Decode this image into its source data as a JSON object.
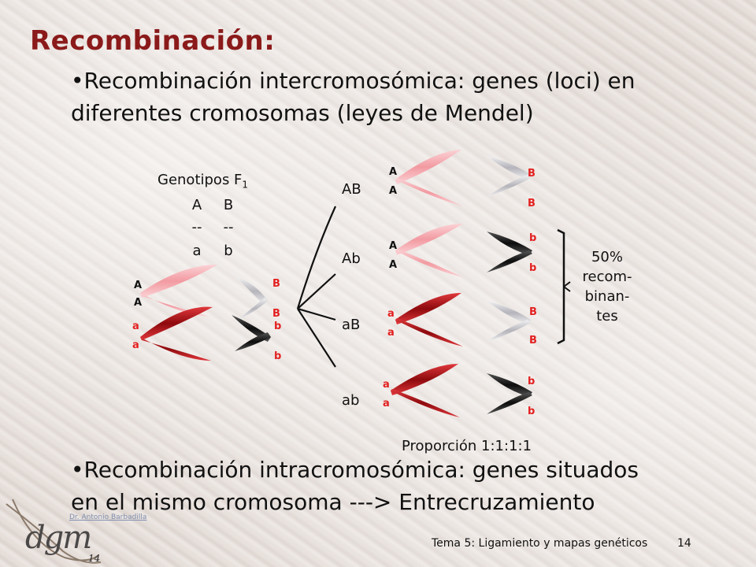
{
  "slide": {
    "title": "Recombinación:",
    "bullet1": "•Recombinación intercromosómica: genes (loci) en diferentes cromosomas (leyes de Mendel)",
    "bullet2": "•Recombinación intracromosómica: genes situados en el mismo cromosoma ---> Entrecruzamiento",
    "footer": "Tema 5: Ligamiento y mapas genéticos",
    "page_number": "14"
  },
  "diagram": {
    "genotype_title": "Genotipos F",
    "genotype_sub": "1",
    "genotype_top": [
      "A",
      "B"
    ],
    "genotype_dashes": [
      "--",
      "--"
    ],
    "genotype_bottom": [
      "a",
      "b"
    ],
    "gametes": [
      "AB",
      "Ab",
      "aB",
      "ab"
    ],
    "recombinant_note": [
      "50%",
      "recom-",
      "binan-",
      "tes"
    ],
    "proportion": "Proporción 1:1:1:1",
    "allele_A": "A",
    "allele_a": "a",
    "allele_B": "B",
    "allele_b": "b"
  },
  "branding": {
    "author": "Dr. Antonio Barbadilla",
    "logo": "dgm",
    "logo_number": "14"
  },
  "colors": {
    "title": "#8b1a1a",
    "chromosome_light": "#f0a8ad",
    "chromosome_dark": "#a80f12",
    "chromosome_grey": "#c8c8cc",
    "chromosome_black": "#151515",
    "allele_label_red": "#e32020"
  }
}
